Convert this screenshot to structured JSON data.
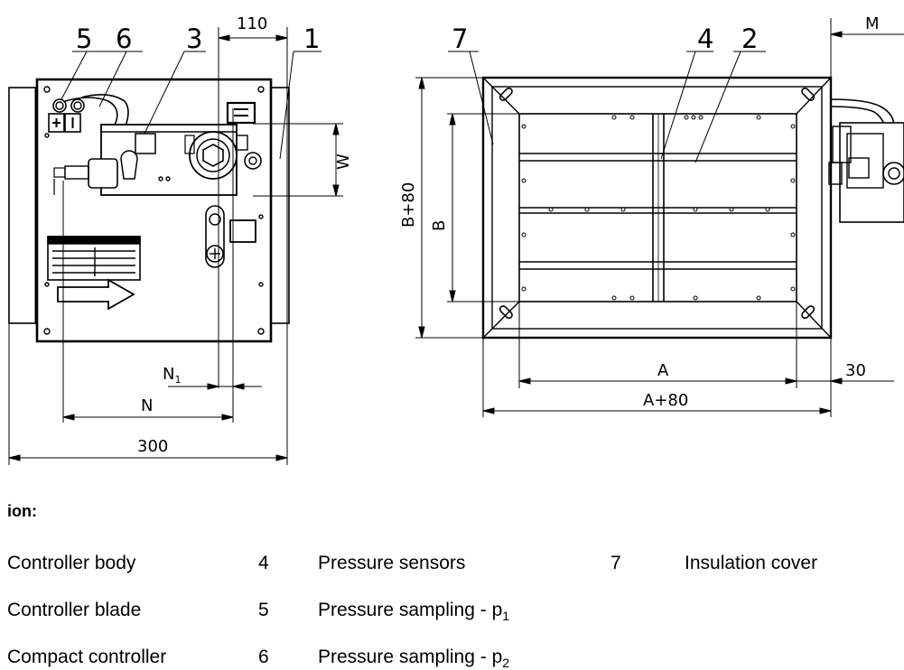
{
  "callouts": {
    "c5": "5",
    "c6": "6",
    "c3": "3",
    "c1": "1",
    "c7": "7",
    "c4": "4",
    "c2": "2"
  },
  "dimensions": {
    "d110": "110",
    "dW": "W",
    "dN1_main": "N",
    "dN1_sub": "1",
    "dN": "N",
    "d300": "300",
    "dM": "M",
    "dB80": "B+80",
    "dB": "B",
    "dA": "A",
    "dA80": "A+80",
    "d30": "30"
  },
  "legend": {
    "title": "ion:",
    "items": [
      {
        "num": "",
        "label": "Controller body"
      },
      {
        "num": "",
        "label": "Controller blade"
      },
      {
        "num": "",
        "label": "Compact controller"
      },
      {
        "num": "4",
        "label": "Pressure sensors"
      },
      {
        "num": "5",
        "label": "Pressure sampling - p"
      },
      {
        "num": "6",
        "label": "Pressure sampling - p"
      },
      {
        "num": "7",
        "label": "Insulation cover"
      }
    ],
    "subscripts": [
      "1",
      "2"
    ]
  }
}
